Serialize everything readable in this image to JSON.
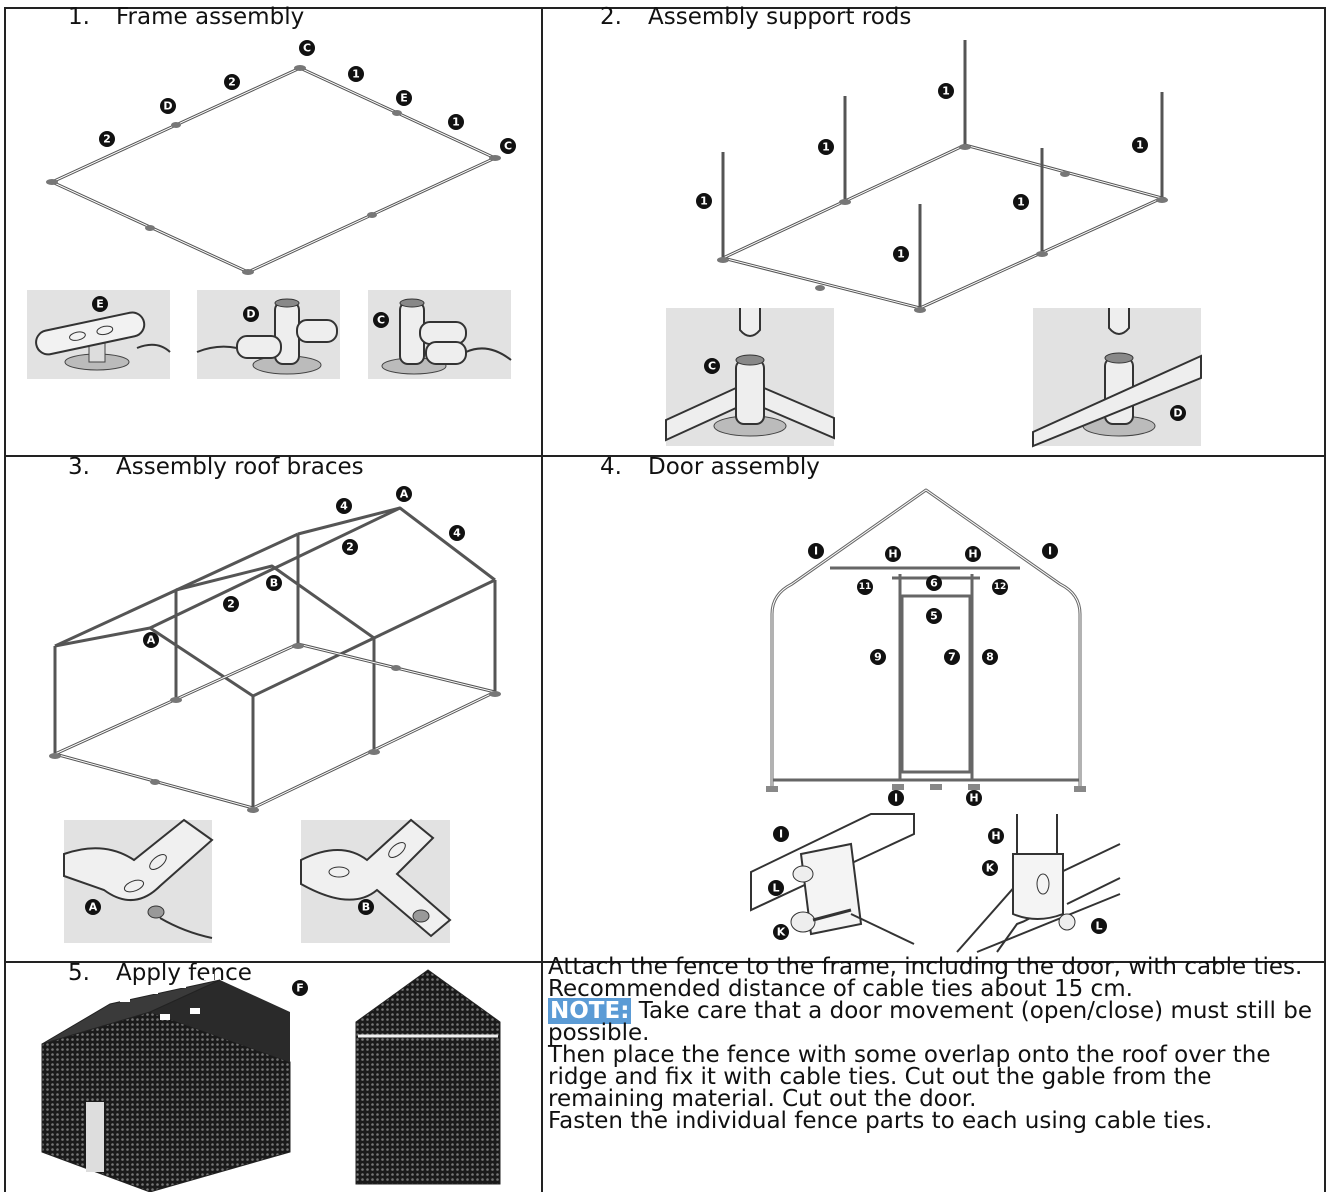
{
  "steps": [
    {
      "number": "1.",
      "title": "Frame assembly"
    },
    {
      "number": "2.",
      "title": "Assembly support rods"
    },
    {
      "number": "3.",
      "title": "Assembly roof braces"
    },
    {
      "number": "4.",
      "title": "Door assembly"
    },
    {
      "number": "5.",
      "title": "Apply fence"
    }
  ],
  "step5_text": {
    "para1": "Attach the fence to the frame, including the door, with cable ties. Recommended distance of cable ties about 15 cm.",
    "note_label": "NOTE:",
    "note_text": " Take care that a door movement (open/close) must still be possible.",
    "para3": "Then place the fence with some overlap onto the roof over the ridge and fix it with cable ties. Cut out the gable from the remaining material. Cut out the door.",
    "para4": "Fasten the individual fence parts to each using cable ties."
  },
  "part_markers": {
    "step1": [
      "C",
      "1",
      "2",
      "D",
      "E",
      "1",
      "C",
      "2"
    ],
    "step1_details": [
      "E",
      "D",
      "C"
    ],
    "step2": [
      "1",
      "1",
      "1",
      "1",
      "1",
      "1"
    ],
    "step2_details": [
      "C",
      "D"
    ],
    "step3": [
      "A",
      "4",
      "4",
      "2",
      "B",
      "2",
      "A"
    ],
    "step3_details": [
      "A",
      "B"
    ],
    "step4": [
      "I",
      "H",
      "H",
      "I",
      "11",
      "6",
      "12",
      "5",
      "9",
      "7",
      "8",
      "I",
      "H"
    ],
    "step4_details": [
      "I",
      "L",
      "K",
      "H",
      "K",
      "L"
    ],
    "step5": [
      "F"
    ]
  },
  "colors": {
    "note_highlight": "#5b9bd5",
    "border": "#222222",
    "photo_bg": "#e2e2e2"
  }
}
